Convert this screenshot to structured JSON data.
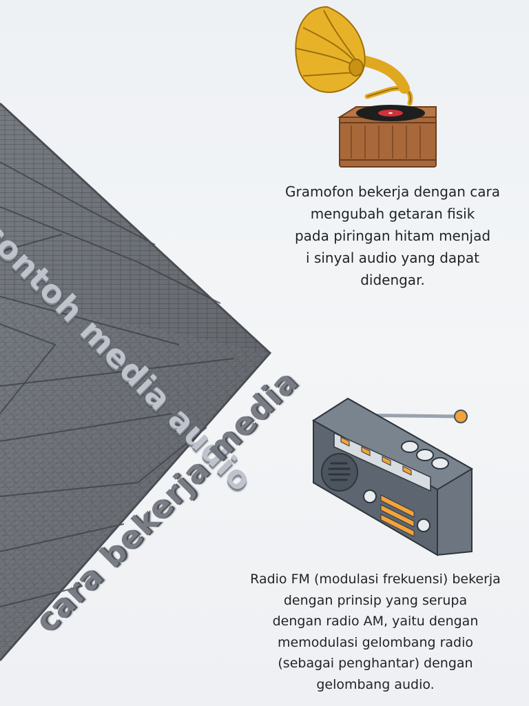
{
  "title_top": "contoh media audio",
  "title_bottom": "cara bekerja media",
  "gramofon": {
    "icon": "gramophone-icon",
    "description": "Gramofon bekerja dengan cara\nmengubah getaran fisik\npada piringan hitam menjad\ni sinyal audio yang dapat\ndidengar."
  },
  "radio": {
    "icon": "radio-icon",
    "description": "Radio FM (modulasi frekuensi) bekerja\ndengan prinsip yang serupa\ndengan radio AM, yaitu dengan\nmemodulasi gelombang radio\n(sebagai penghantar) dengan\ngelombang audio."
  },
  "colors": {
    "background": "#f0f2f5",
    "building": "#7c8188",
    "gramophone_horn": "#e0a820",
    "gramophone_box": "#a8683a",
    "radio_body": "#5c6570",
    "radio_accent": "#f2a33a"
  }
}
